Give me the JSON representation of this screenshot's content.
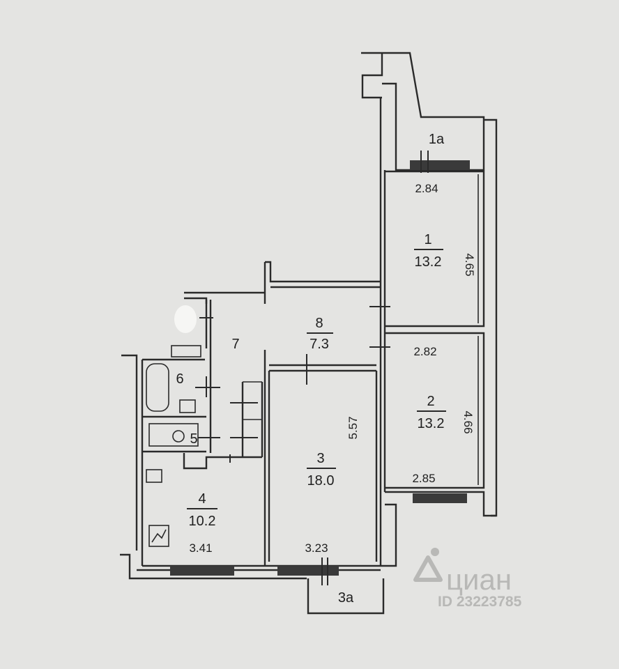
{
  "plan": {
    "rooms": [
      {
        "number": "1a"
      },
      {
        "number": "1",
        "area": "13.2"
      },
      {
        "number": "2",
        "area": "13.2"
      },
      {
        "number": "3",
        "area": "18.0"
      },
      {
        "number": "4",
        "area": "10.2"
      },
      {
        "number": "5"
      },
      {
        "number": "6"
      },
      {
        "number": "7"
      },
      {
        "number": "8",
        "area": "7.3"
      },
      {
        "number": "3a"
      }
    ],
    "dimensions": [
      "2.84",
      "4.65",
      "2.82",
      "4.66",
      "2.85",
      "5.57",
      "3.23",
      "3.41"
    ]
  },
  "watermark": {
    "brand": "циан",
    "id_text": "ID 23223785"
  },
  "colors": {
    "background": "#e4e4e2",
    "line": "#2a2a2a",
    "watermark": "#b8b8b6"
  }
}
